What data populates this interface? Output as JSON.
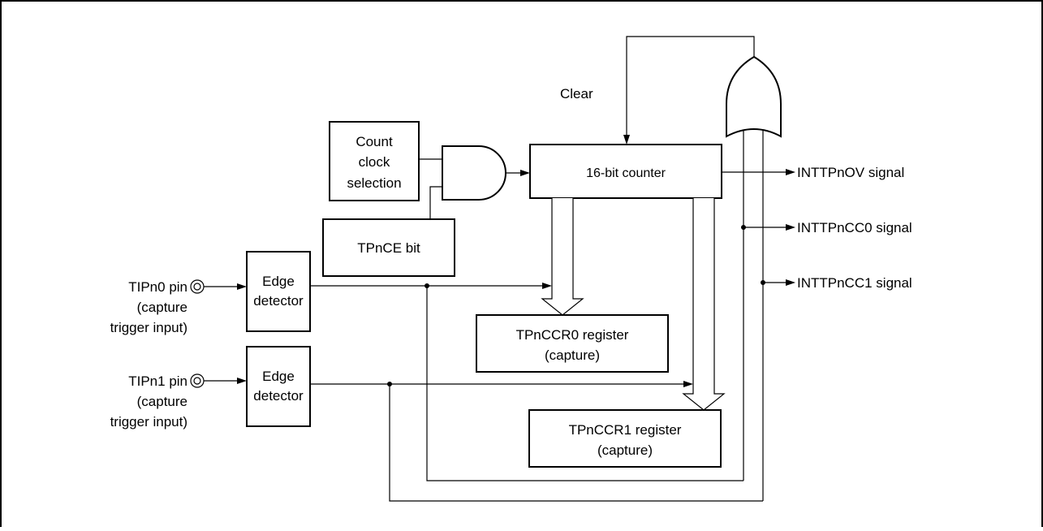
{
  "diagram": {
    "blocks": {
      "count_clock_selection": [
        "Count",
        "clock",
        "selection"
      ],
      "tpnce_bit": [
        "TPnCE bit"
      ],
      "counter": [
        "16-bit counter"
      ],
      "edge_detector_0": [
        "Edge",
        "detector"
      ],
      "edge_detector_1": [
        "Edge",
        "detector"
      ],
      "tpnccr0": [
        "TPnCCR0 register",
        "(capture)"
      ],
      "tpnccr1": [
        "TPnCCR1 register",
        "(capture)"
      ]
    },
    "inputs": {
      "tipn0": [
        "TIPn0 pin",
        "(capture",
        "trigger input)"
      ],
      "tipn1": [
        "TIPn1 pin",
        "(capture",
        "trigger input)"
      ]
    },
    "outputs": {
      "ov": "INTTPnOV signal",
      "cc0": "INTTPnCC0 signal",
      "cc1": "INTTPnCC1 signal"
    },
    "clear_label": "Clear"
  }
}
